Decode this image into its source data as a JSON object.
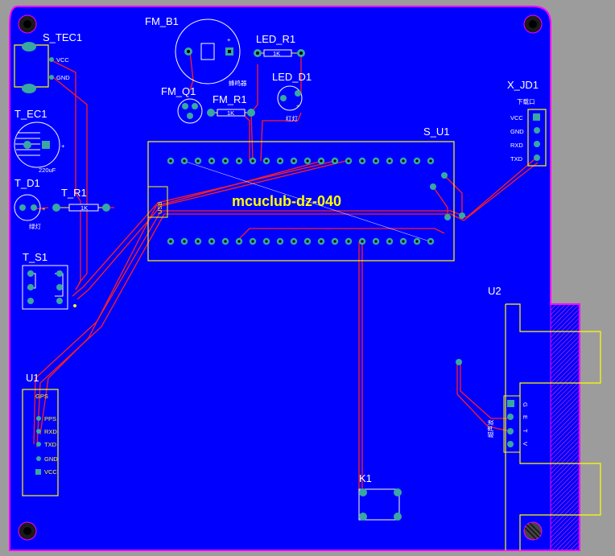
{
  "board": {
    "background": "#9c9c9c",
    "copper_color": "#0000ff",
    "outline_color": "#ff00ff",
    "trace_color": "#ff2020",
    "silk_color": "#ffff00",
    "pad_color": "#38a8a0"
  },
  "labels": {
    "fm_b1": "FM_B1",
    "buzzer_note": "蜂鸣器",
    "led_r1": "LED_R1",
    "led_r1_value": "1K",
    "led_d1": "LED_D1",
    "led_d1_note": "红灯",
    "fm_q1": "FM_Q1",
    "fm_r1": "FM_R1",
    "fm_r1_value": "1K",
    "s_tec1": "S_TEC1",
    "s_tec1_vcc": "VCC",
    "s_tec1_gnd": "GND",
    "t_ec1": "T_EC1",
    "t_ec1_value": "220uF",
    "t_d1": "T_D1",
    "t_d1_note": "绿灯",
    "t_r1": "T_R1",
    "t_r1_value": "1K",
    "t_s1": "T_S1",
    "u1": "U1",
    "u1_module": "GPS",
    "u1_pins": [
      "PPS",
      "RXD",
      "TXD",
      "GND",
      "VCC"
    ],
    "s_u1": "S_U1",
    "mcu_title": "mcuclub-dz-040",
    "usb": "USB",
    "x_jd1": "X_JD1",
    "x_jd1_note": "下载口",
    "x_jd1_pins": [
      "VCC",
      "GND",
      "RXD",
      "TXD"
    ],
    "u2": "U2",
    "u2_note": "超声波",
    "u2_pins": [
      "G",
      "E",
      "T",
      "V"
    ],
    "k1": "K1"
  }
}
